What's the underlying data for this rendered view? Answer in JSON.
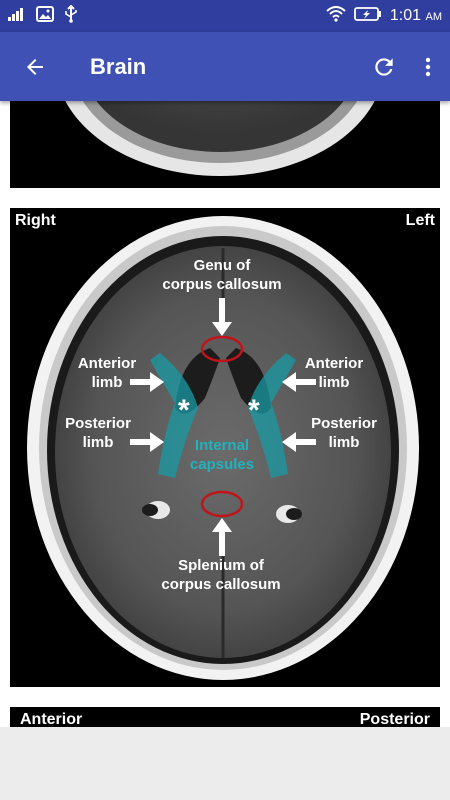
{
  "status_bar": {
    "time": "1:01",
    "ampm": "AM",
    "icons": [
      "signal-icon",
      "gallery-icon",
      "usb-icon",
      "wifi-icon",
      "battery-charging-icon"
    ]
  },
  "app_bar": {
    "title": "Brain",
    "icons": [
      "back-arrow-icon",
      "refresh-icon",
      "more-vert-icon"
    ]
  },
  "image_axial": {
    "corner_left": "Right",
    "corner_right": "Left",
    "labels": {
      "genu": "Genu of\ncorpus callosum",
      "anterior_limb_right": "Anterior\nlimb",
      "anterior_limb_left": "Anterior\nlimb",
      "posterior_limb_right": "Posterior\nlimb",
      "posterior_limb_left": "Posterior\nlimb",
      "internal_capsules": "Internal\ncapsules",
      "splenium": "Splenium of\ncorpus callosum",
      "asterisk": "*"
    }
  },
  "image_next": {
    "corner_left": "Anterior",
    "corner_right": "Posterior"
  },
  "colors": {
    "status_bar": "#303F9F",
    "app_bar": "#3F51B5",
    "label_teal": "#1fb3bd",
    "marker_red": "#c0141a"
  }
}
